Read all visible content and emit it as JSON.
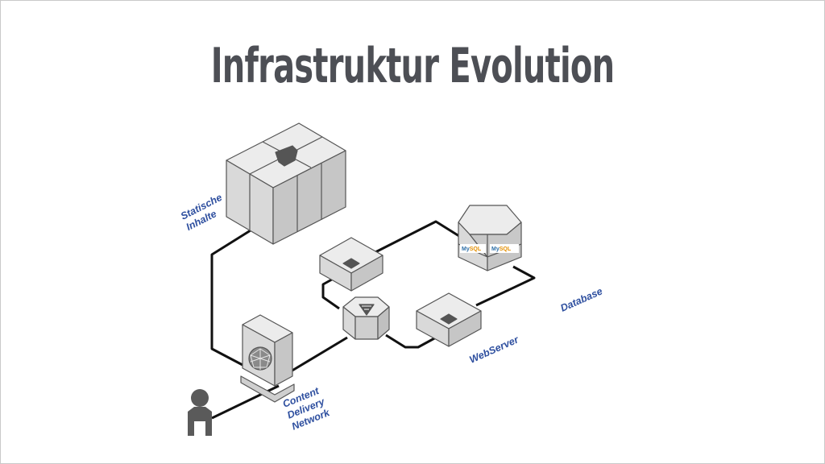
{
  "slide": {
    "title": "Infrastruktur Evolution"
  },
  "labels": {
    "static_content": [
      "Statische",
      "Inhalte"
    ],
    "cdn": [
      "Content",
      "Delivery",
      "Network"
    ],
    "webserver": "WebServer",
    "database": "Database"
  },
  "db_logo": {
    "left": {
      "my": "My",
      "sql": "SQL"
    },
    "right": {
      "my": "My",
      "sql": "SQL"
    }
  },
  "colors": {
    "title": "#4d4f55",
    "label": "#2e4f9f",
    "box_top": "#ececec",
    "box_side": "#c4c4c4",
    "box_front": "#d8d8d8",
    "mysql_blue": "#2f6fa7",
    "mysql_orange": "#e48e00"
  }
}
